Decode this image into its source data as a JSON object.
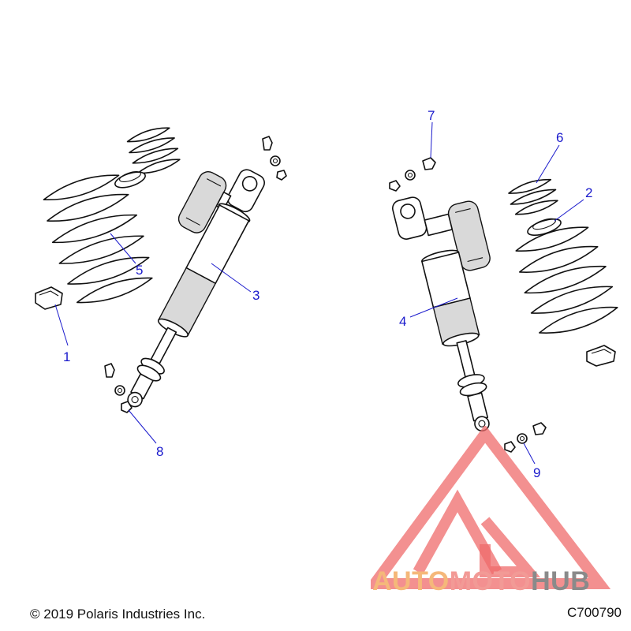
{
  "callouts": [
    {
      "id": "1",
      "label": "1"
    },
    {
      "id": "2",
      "label": "2"
    },
    {
      "id": "3",
      "label": "3"
    },
    {
      "id": "4",
      "label": "4"
    },
    {
      "id": "5",
      "label": "5"
    },
    {
      "id": "6",
      "label": "6"
    },
    {
      "id": "7",
      "label": "7"
    },
    {
      "id": "8",
      "label": "8"
    },
    {
      "id": "9",
      "label": "9"
    }
  ],
  "footer": {
    "copyright": "© 2019 Polaris Industries Inc.",
    "code": "C700790"
  },
  "watermark": {
    "part1": "AUTO",
    "part2": "MOTO",
    "part3": "HUB",
    "colors": {
      "auto": "#f5b87a",
      "moto": "#f29a96",
      "hub": "#8a8a8a",
      "logo": "#ef6b6b"
    }
  },
  "colors": {
    "callout": "#1a1acc",
    "linework": "#111111"
  }
}
